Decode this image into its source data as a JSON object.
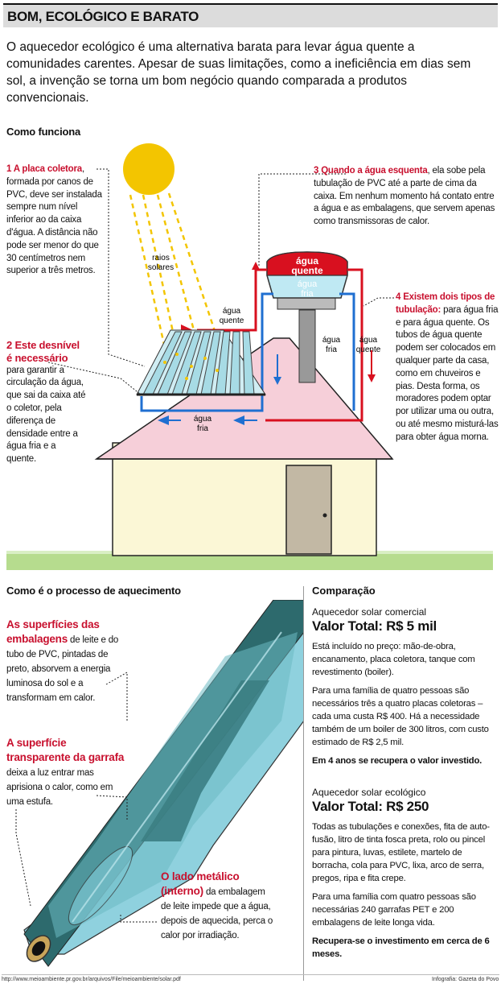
{
  "title": "BOM, ECOLÓGICO E BARATO",
  "intro": "O aquecedor ecológico é uma alternativa barata para levar água quente a comunidades carentes. Apesar de suas limitações, como a ineficiência em dias sem sol, a invenção se torna um bom negócio quando comparada a produtos convencionais.",
  "section_how": "Como funciona",
  "callout1": {
    "hl": "1 A placa coletora",
    "text": ", formada por canos de PVC, deve ser instalada sempre num nível inferior ao da caixa d'água. A distância não pode ser menor do que 30 centímetros nem superior a três metros."
  },
  "callout2": {
    "hl": "2 Este desnível é necessário",
    "text": "para garantir a circulação da água, que sai da caixa até o coletor, pela diferença de densidade entre a água fria e a quente."
  },
  "callout3": {
    "hl": "3 Quando a água esquenta",
    "text": ", ela sobe pela tubulação de PVC até  a parte de cima da caixa. Em nenhum momento há contato entre a água e as embalagens, que servem apenas como transmissoras de calor."
  },
  "callout4": {
    "hl": "4 Existem dois tipos de tubulação:",
    "text": " para água fria e para água quente. Os tubos de água quente podem ser colocados em qualquer parte da casa, como em chuveiros e pias. Desta forma, os moradores podem optar por utilizar uma ou outra, ou até mesmo misturá-las para obter água morna."
  },
  "diagram_labels": {
    "raios": "raios",
    "solares": "solares",
    "agua": "água",
    "quente": "quente",
    "fria": "fria"
  },
  "section_process": "Como é o processo de aquecimento",
  "process1": {
    "hl": "As superfícies das embalagens",
    "text": " de leite e do tubo de PVC, pintadas de preto, absorvem a energia luminosa do sol e a transformam em calor."
  },
  "process2": {
    "hl": "A superfície transparente da garrafa",
    "text": " deixa a luz entrar mas aprisiona o calor, como em uma estufa."
  },
  "process3": {
    "hl": "O lado metálico (interno)",
    "text": " da embalagem de leite impede que a água, depois de aquecida, perca o calor por irradiação."
  },
  "comparison": {
    "head": "Comparação",
    "commercial": {
      "sub": "Aquecedor solar comercial",
      "total": "Valor Total: R$ 5 mil",
      "p1": "Está incluído no preço: mão-de-obra, encanamento, placa coletora, tanque com revestimento (boiler).",
      "p2": "Para uma família de quatro pessoas são necessários três a quatro placas coletoras – cada uma custa R$ 400. Há a necessidade também de um boiler de 300 litros, com custo estimado de R$ 2,5 mil.",
      "p3": "Em 4 anos se recupera o valor investido."
    },
    "eco": {
      "sub": "Aquecedor solar ecológico",
      "total": "Valor Total: R$ 250",
      "p1": "Todas as tubulações e conexões, fita de auto-fusão, litro de tinta fosca preta, rolo ou pincel para pintura, luvas, estilete, martelo de borracha, cola para PVC, lixa, arco de serra, pregos, ripa e fita crepe.",
      "p2": "Para uma família com quatro pessoas são necessárias 240 garrafas PET e 200 embalagens de leite longa vida.",
      "p3": "Recupera-se o investimento em cerca de 6 meses."
    }
  },
  "footer": {
    "source": "http://www.meioambiente.pr.gov.br/arquivos/File/meioambiente/solar.pdf",
    "credit": "Infografia: Gazeta do Povo"
  }
}
